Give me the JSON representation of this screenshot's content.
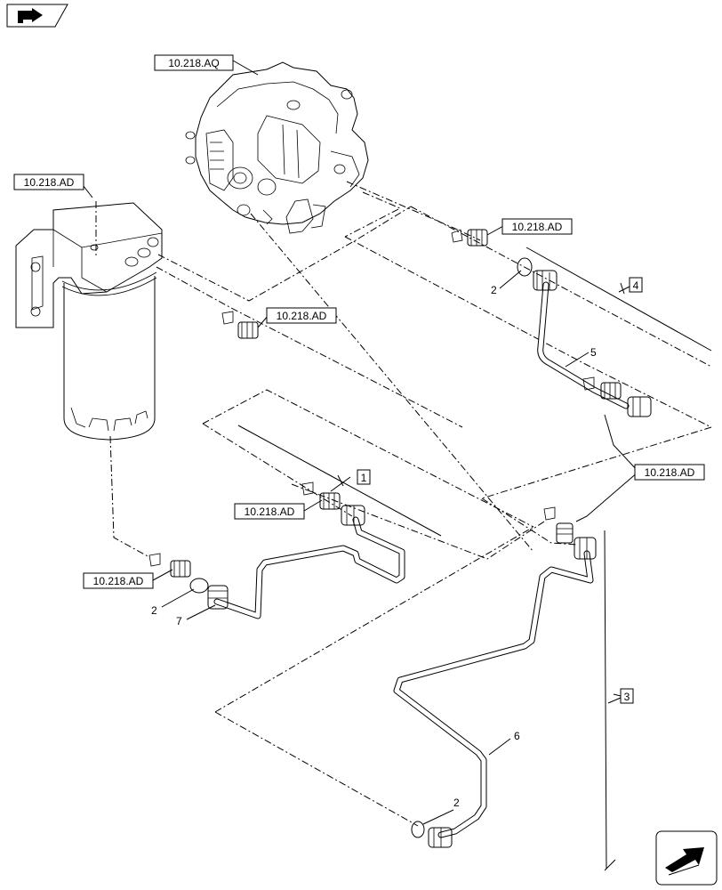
{
  "references": {
    "pump": "10.218.AQ",
    "filter": "10.218.AD",
    "fitting_pump": "10.218.AD",
    "fitting_filter": "10.218.AD",
    "fitting_right": "10.218.AD",
    "fitting_mid": "10.218.AD",
    "fitting_left": "10.218.AD"
  },
  "item_numbers": {
    "assembly_1": "1",
    "assembly_3": "3",
    "assembly_4": "4",
    "oring_top": "2",
    "oring_left": "2",
    "oring_bottom": "2",
    "pipe_5": "5",
    "pipe_6": "6",
    "fitting_7": "7"
  },
  "icons": {
    "top_left": "nav-back-icon",
    "bottom_right": "nav-forward-icon"
  }
}
